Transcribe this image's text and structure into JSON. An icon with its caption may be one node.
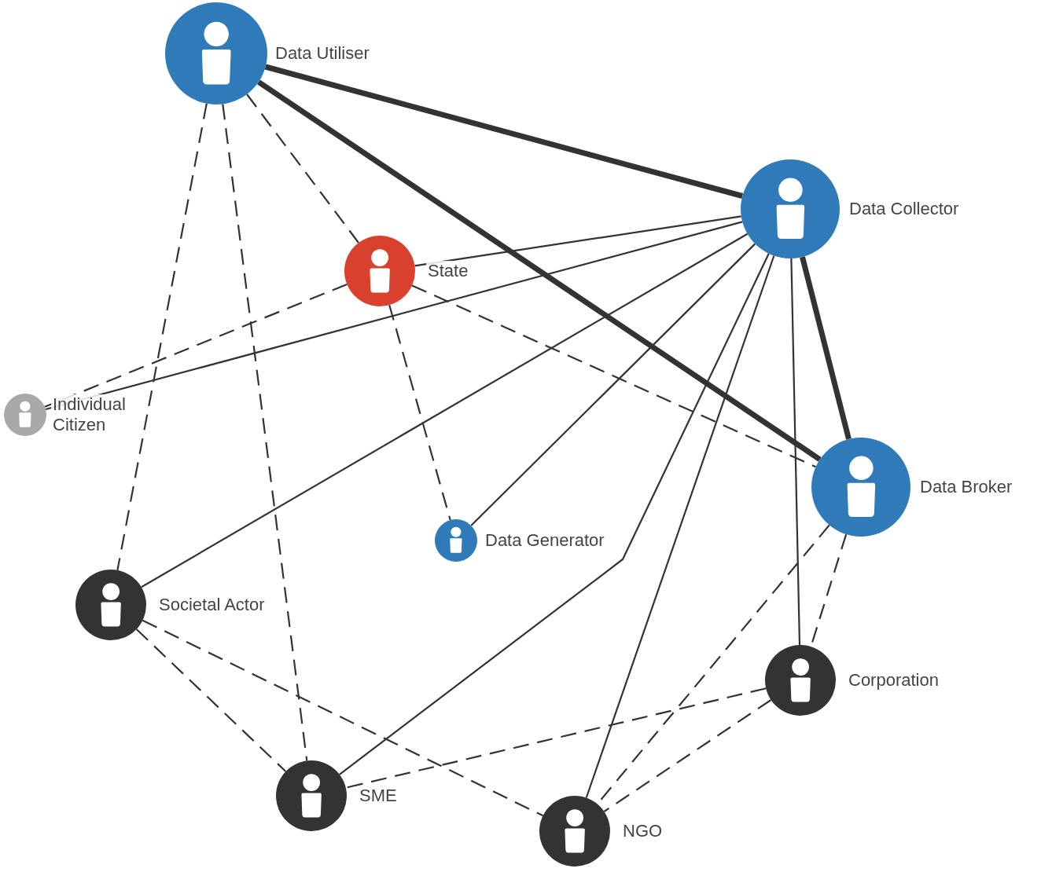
{
  "diagram": {
    "nodes": [
      {
        "text": [
          "Data Utiliser"
        ]
      },
      {
        "text": [
          "Data Collector"
        ]
      },
      {
        "text": [
          "State"
        ]
      },
      {
        "text": [
          "Individual Citizen"
        ]
      },
      {
        "text": [
          "Data Broker"
        ]
      },
      {
        "text": [
          "Data Generator"
        ]
      },
      {
        "text": [
          "Societal Actor"
        ]
      },
      {
        "text": [
          "Corporation"
        ]
      },
      {
        "text": [
          "SME"
        ]
      },
      {
        "text": [
          "NGO"
        ]
      }
    ],
    "edges": [
      {
        "from": 0,
        "to": 1,
        "arrow": "none",
        "style": "thick"
      },
      {
        "from": 0,
        "to": 4,
        "arrow": "none",
        "style": "thick"
      },
      {
        "from": 1,
        "to": 4,
        "arrow": "none",
        "style": "thick"
      },
      {
        "from": 1,
        "to": 2,
        "arrow": "none"
      },
      {
        "from": 1,
        "to": 3,
        "arrow": "none"
      },
      {
        "from": 1,
        "to": 6,
        "arrow": "none"
      },
      {
        "from": 1,
        "to": 5,
        "arrow": "none"
      },
      {
        "from": 1,
        "to": 8,
        "arrow": "none"
      },
      {
        "from": 1,
        "to": 9,
        "arrow": "none"
      },
      {
        "from": 1,
        "to": 7,
        "arrow": "none"
      },
      {
        "from": 0,
        "to": 2,
        "arrow": "none",
        "style": "dashed"
      },
      {
        "from": 0,
        "to": 6,
        "arrow": "none",
        "style": "dashed"
      },
      {
        "from": 0,
        "to": 8,
        "arrow": "none",
        "style": "dashed"
      },
      {
        "from": 2,
        "to": 3,
        "arrow": "none",
        "style": "dashed"
      },
      {
        "from": 2,
        "to": 5,
        "arrow": "none",
        "style": "dashed"
      },
      {
        "from": 2,
        "to": 4,
        "arrow": "none",
        "style": "dashed"
      },
      {
        "from": 6,
        "to": 8,
        "arrow": "none",
        "style": "dashed"
      },
      {
        "from": 6,
        "to": 9,
        "arrow": "none",
        "style": "dashed"
      },
      {
        "from": 4,
        "to": 7,
        "arrow": "none",
        "style": "dashed"
      },
      {
        "from": 4,
        "to": 9,
        "arrow": "none",
        "style": "dashed"
      },
      {
        "from": 7,
        "to": 8,
        "arrow": "none",
        "style": "dashed"
      },
      {
        "from": 7,
        "to": 9,
        "arrow": "none",
        "style": "dashed"
      }
    ]
  }
}
